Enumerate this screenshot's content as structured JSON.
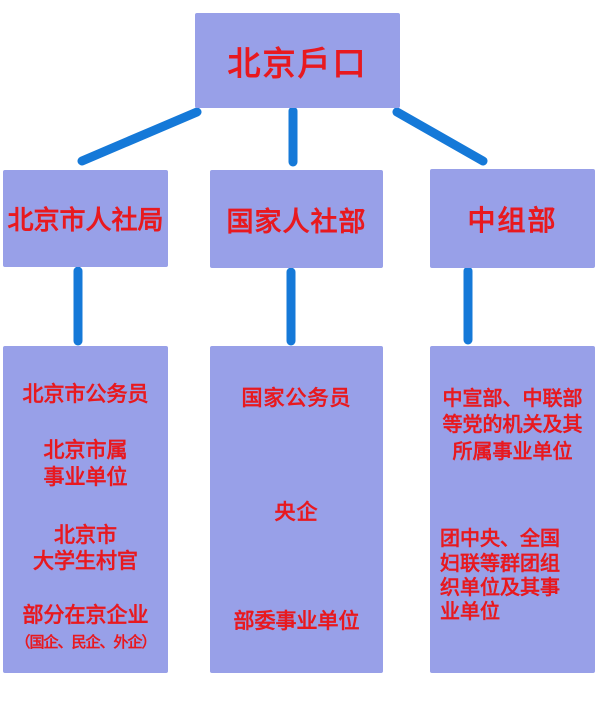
{
  "diagram": {
    "root": {
      "label": "北京戶口"
    },
    "branches": [
      {
        "title": "北京市人社局",
        "items": [
          "北京市公务员",
          "北京市属\n事业单位",
          "北京市\n大学生村官",
          "部分在京企业",
          "（国企、民企、外企）"
        ]
      },
      {
        "title": "国家人社部",
        "items": [
          "国家公务员",
          "央企",
          "部委事业单位"
        ]
      },
      {
        "title": "中组部",
        "items": [
          "中宣部、中联部\n等党的机关及其\n所属事业单位",
          "团中央、全国\n妇联等群团组\n织单位及其事\n业单位"
        ]
      }
    ],
    "colors": {
      "box_fill": "#98a0e8",
      "text_red": "#e8191f",
      "connector_blue": "#1579d8",
      "background": "#ffffff"
    }
  }
}
